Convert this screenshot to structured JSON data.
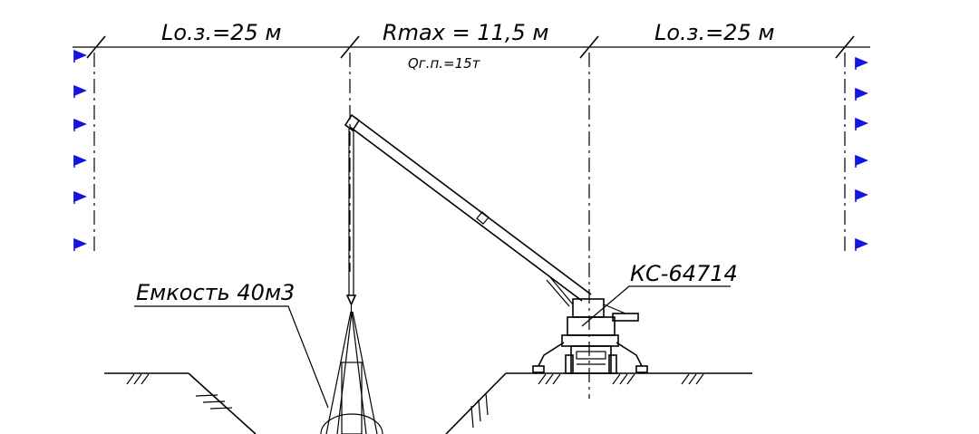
{
  "dimensions": {
    "left_zone": "Lо.з.=25  м",
    "radius": "Rmax  =  11,5  м",
    "right_zone": "Lо.з.=25  м",
    "capacity": "Qг.п.=15т"
  },
  "labels": {
    "tank": "Емкость  40м3",
    "crane": "КС-64714"
  },
  "colors": {
    "flag": "#1515e0",
    "line": "#000000",
    "background": "#ffffff"
  }
}
